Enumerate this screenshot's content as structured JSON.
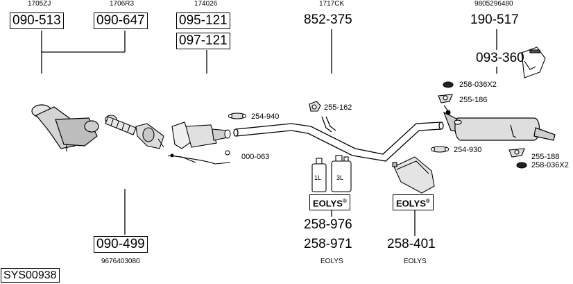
{
  "refs": {
    "r1705zj": "1705ZJ",
    "r1706r3": "1706R3",
    "r174026": "174026",
    "r1717ck": "1717CK",
    "r9805296480": "9805296480",
    "r9676403080": "9676403080"
  },
  "boxed_parts": {
    "p090_513": "090-513",
    "p090_647": "090-647",
    "p095_121": "095-121",
    "p097_121": "097-121",
    "p090_499": "090-499"
  },
  "plain_parts": {
    "p852_375": "852-375",
    "p190_517": "190-517",
    "p093_360": "093-360",
    "p258_976": "258-976",
    "p258_971": "258-971",
    "p258_401": "258-401"
  },
  "small_parts": {
    "p258_036x2_top": "258-036X2",
    "p255_186": "255-186",
    "p254_940": "254-940",
    "p255_162": "255-162",
    "p000_063": "000-063",
    "p254_930": "254-930",
    "p255_188": "255-188",
    "p258_036x2_bottom": "258-036X2"
  },
  "brand": {
    "eolys_left": "EOLYS",
    "eolys_right": "EOLYS",
    "reg": "®",
    "caption_left": "EOLYS",
    "caption_right": "EOLYS"
  },
  "bottles": {
    "small": "1L",
    "large": "3L"
  },
  "system_id": "SYS00938"
}
